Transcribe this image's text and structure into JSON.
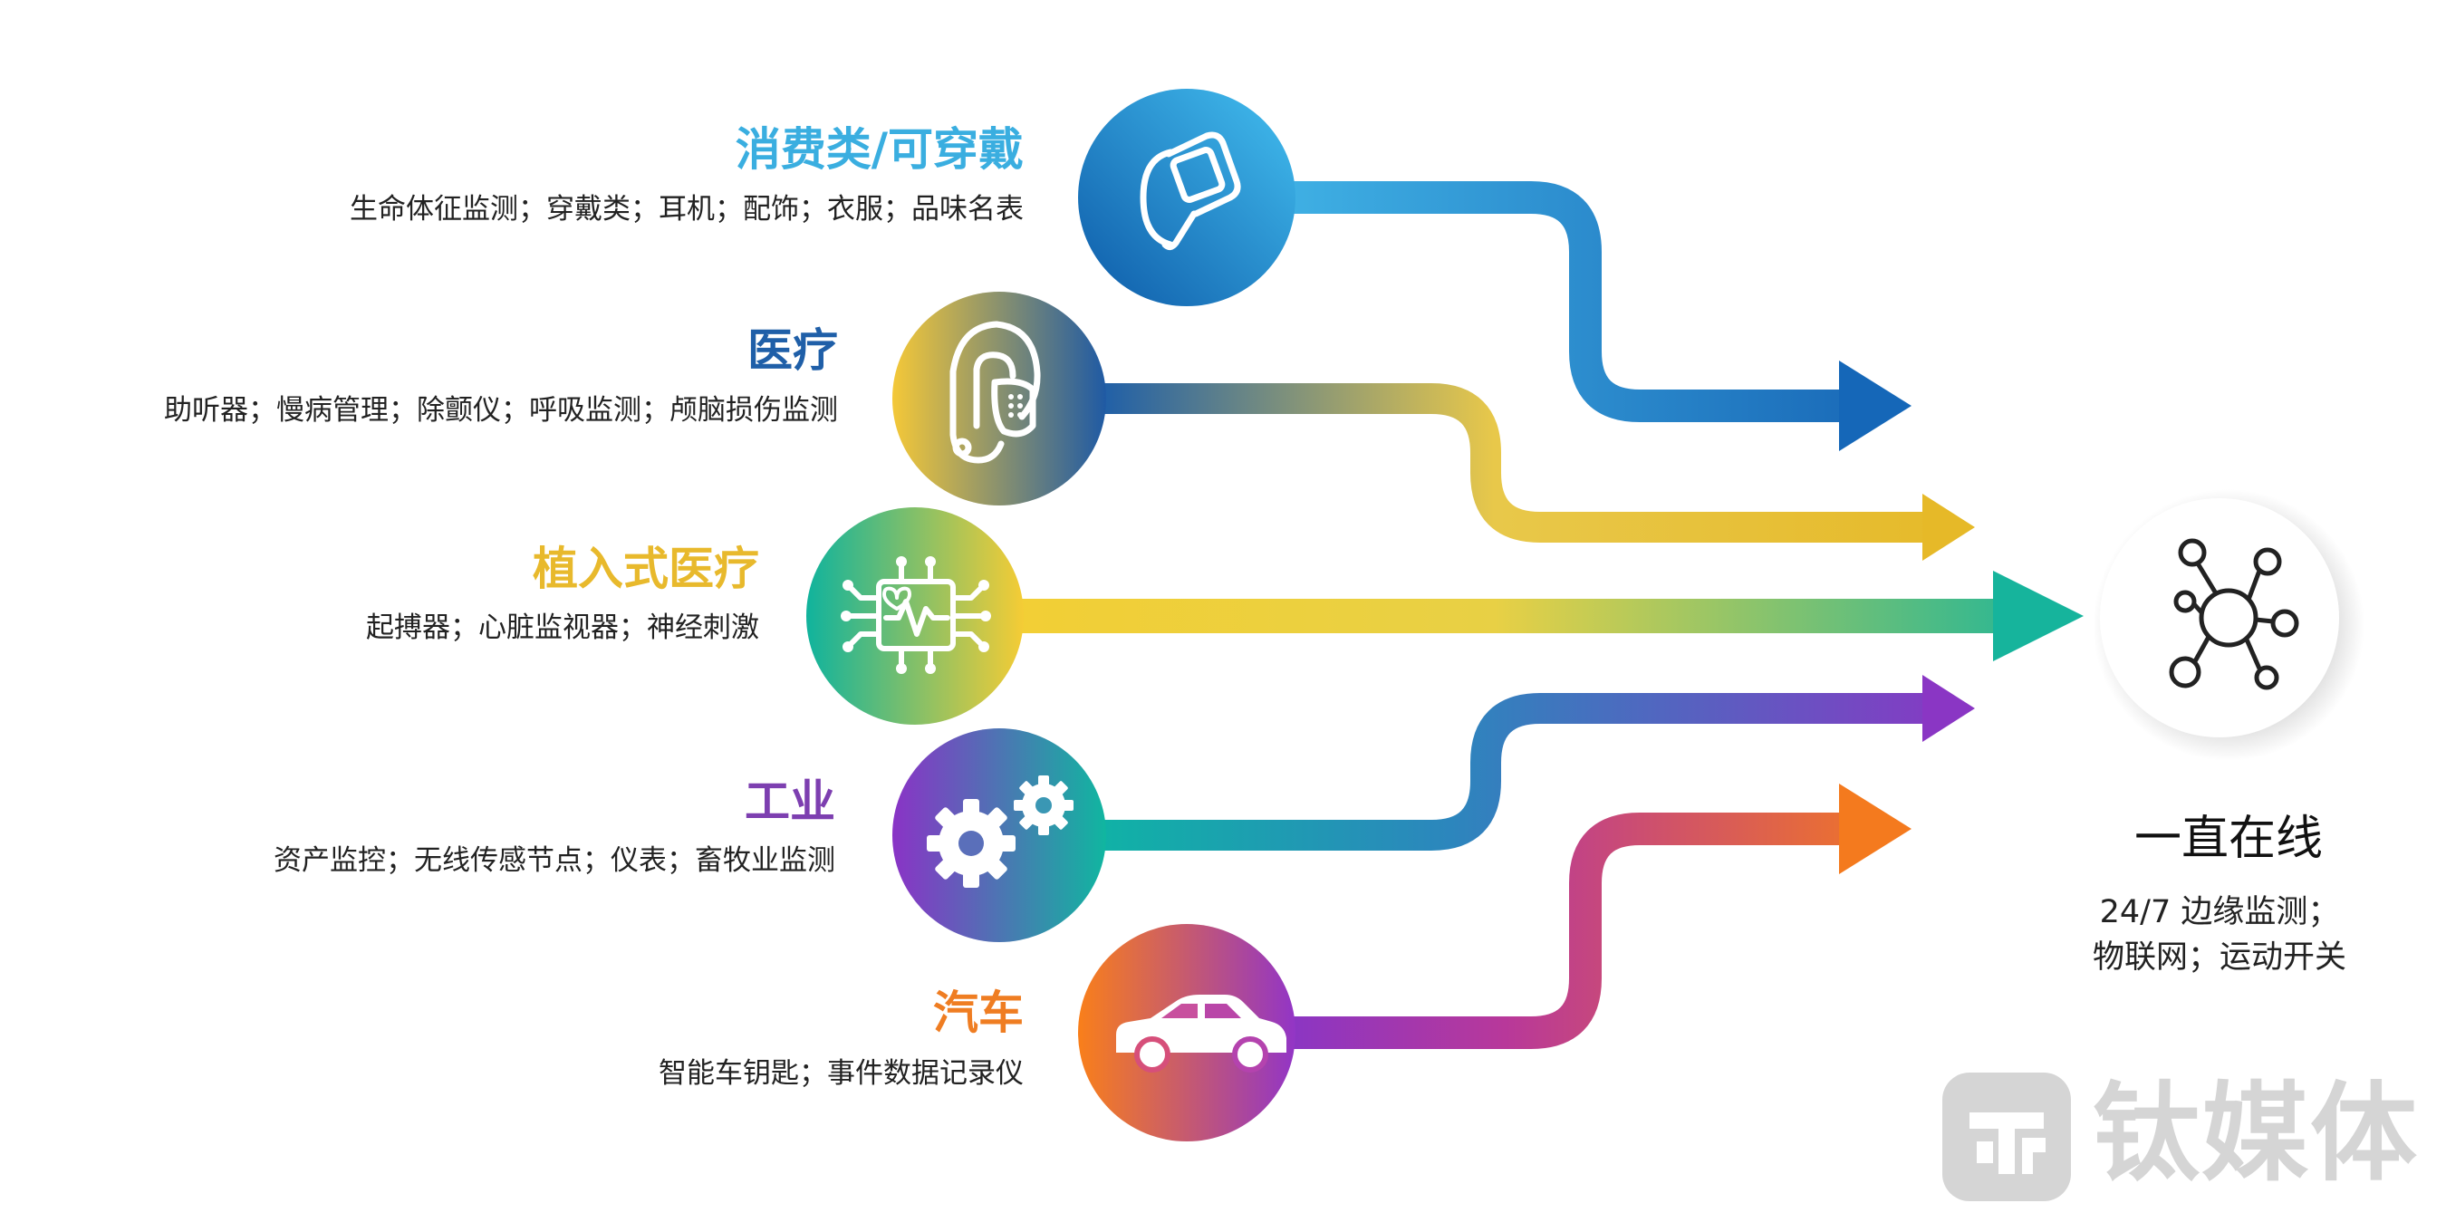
{
  "categories": [
    {
      "title": "消费类/可穿戴",
      "desc": "生命体征监测；穿戴类；耳机；配饰；衣服；品味名表",
      "color": "#3aaee0",
      "icon": "smartwatch-icon"
    },
    {
      "title": "医疗",
      "desc": "助听器；慢病管理；除颤仪；呼吸监测；颅脑损伤监测",
      "color": "#1f5fa8",
      "icon": "hearing-aid-icon"
    },
    {
      "title": "植入式医疗",
      "desc": "起搏器；心脏监视器；神经刺激",
      "color": "#e8b92c",
      "icon": "heart-monitor-chip-icon"
    },
    {
      "title": "工业",
      "desc": "资产监控；无线传感节点；仪表；畜牧业监测",
      "color": "#7d3fb0",
      "icon": "gears-icon"
    },
    {
      "title": "汽车",
      "desc": "智能车钥匙；事件数据记录仪",
      "color": "#ef7d22",
      "icon": "car-icon"
    }
  ],
  "hub": {
    "title": "一直在线",
    "desc_line1": "24/7 边缘监测；",
    "desc_line2": "物联网；运动开关",
    "icon": "network-hub-icon"
  },
  "watermark": {
    "text": "钛媒体",
    "icon": "tmtpost-logo-icon"
  }
}
